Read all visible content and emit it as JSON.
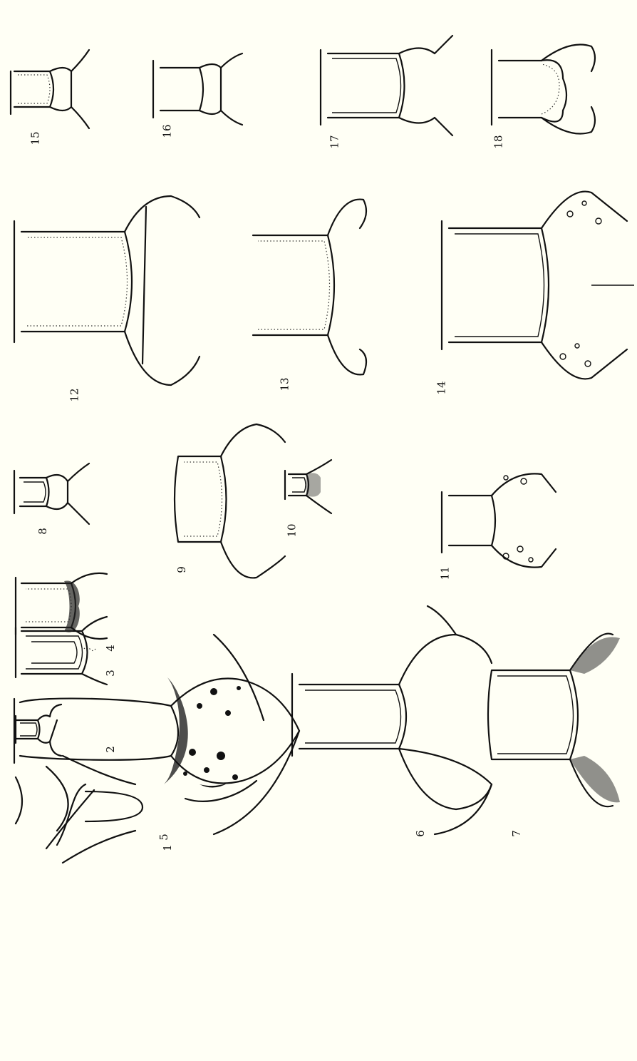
{
  "figure_numbers": {
    "f1": "1",
    "f2": "2",
    "f3": "3",
    "f4": "4",
    "f5": "5",
    "f6": "6",
    "f7": "7",
    "f8": "8",
    "f9": "9",
    "f10": "10",
    "f11": "11",
    "f12": "12",
    "f13": "13",
    "f14": "14",
    "f15": "15",
    "f16": "16",
    "f17": "17",
    "f18": "18"
  },
  "colors": {
    "paper": "#fffff5",
    "ink": "#111111"
  }
}
